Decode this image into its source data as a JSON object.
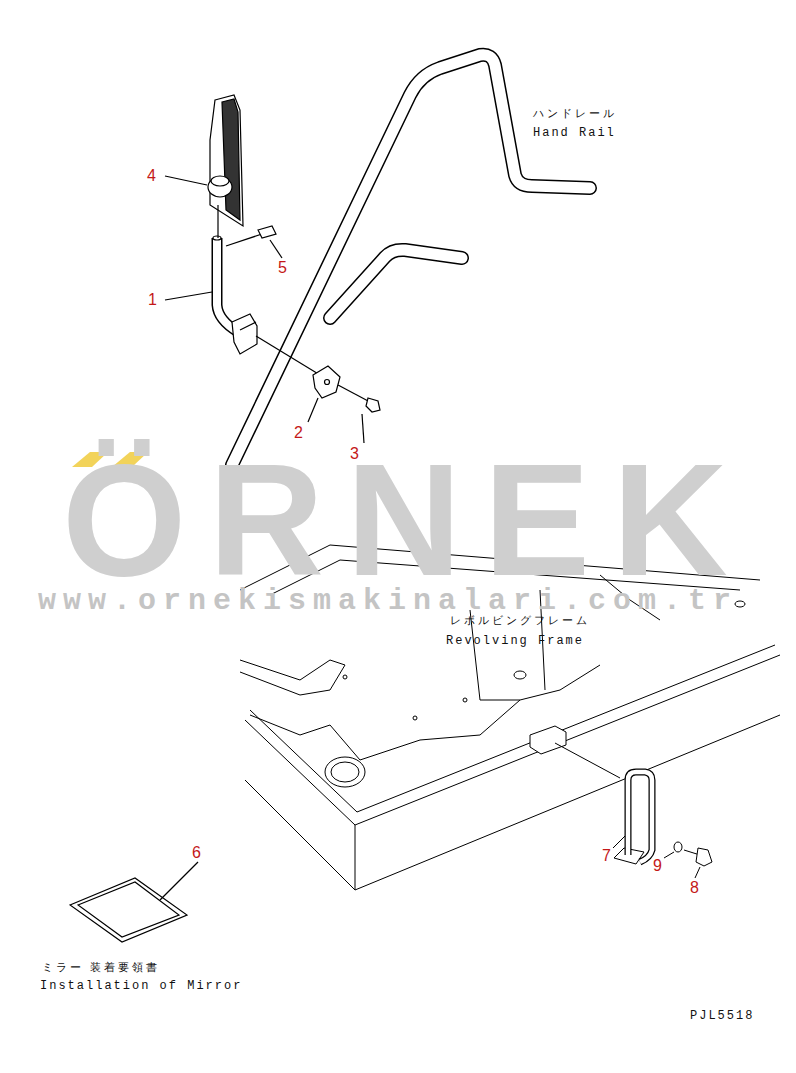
{
  "diagram": {
    "labels": [
      "4",
      "5",
      "1",
      "2",
      "3",
      "ハンドレール",
      "Hand Rail",
      "ÖRNEK",
      "www.ornekismakinalari.com.tr",
      "レボルビングフレーム",
      "Revolving Frame",
      "6",
      "ミラー 装着要領書",
      "Installation of Mirror",
      "7",
      "9",
      "8",
      "PJL5518"
    ]
  }
}
